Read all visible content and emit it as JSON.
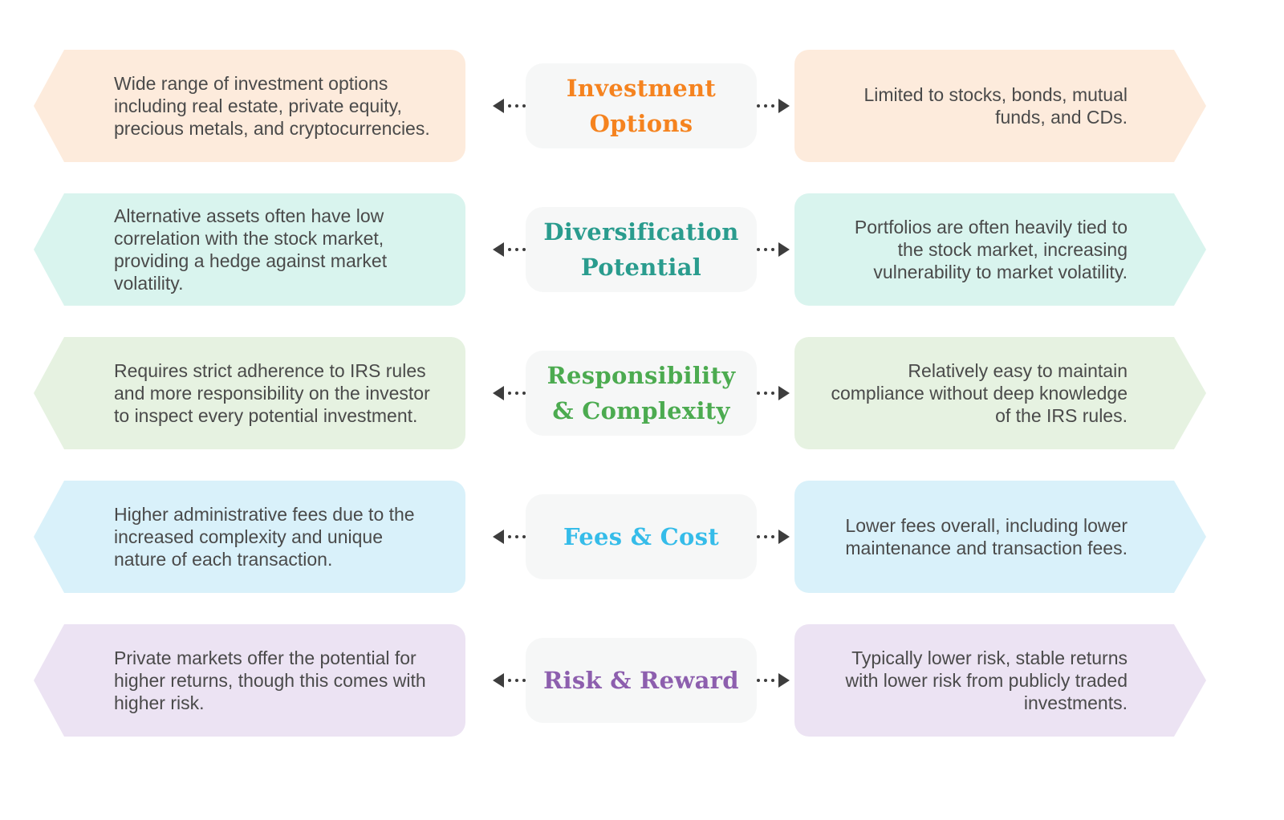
{
  "theme": {
    "page_bg": "#ffffff",
    "body_text_color": "#4a4a4a",
    "center_card_bg": "#f6f7f7",
    "connector_color": "#3d3d3d"
  },
  "rows": [
    {
      "label": "Investment Options",
      "label_color": "#f5831f",
      "tint": "#fdebdc",
      "left_text": "Wide range of investment options including real estate, private equity, precious metals, and cryptocurrencies.",
      "right_text": "Limited to stocks, bonds, mutual funds, and CDs."
    },
    {
      "label": "Diversification Potential",
      "label_color": "#2a9c8e",
      "tint": "#d9f4ee",
      "left_text": "Alternative assets often have low correlation with the stock market, providing a hedge against market volatility.",
      "right_text": "Portfolios are often heavily tied to the stock market, increasing vulnerability to market volatility."
    },
    {
      "label": "Responsibility & Complexity",
      "label_color": "#4cab50",
      "tint": "#e6f2e1",
      "left_text": "Requires strict adherence to IRS rules and more responsibility on the investor to inspect every potential investment.",
      "right_text": "Relatively easy to maintain compliance without deep knowledge of the IRS rules."
    },
    {
      "label": "Fees & Cost",
      "label_color": "#35bce9",
      "tint": "#d9f1fa",
      "left_text": "Higher administrative fees due to the increased complexity and unique nature of each transaction.",
      "right_text": "Lower fees overall, including lower maintenance and transaction fees."
    },
    {
      "label": "Risk & Reward",
      "label_color": "#8d5fae",
      "tint": "#ece3f3",
      "left_text": "Private markets offer the potential for higher returns, though this comes with higher risk.",
      "right_text": "Typically lower risk, stable returns with lower risk from publicly traded investments."
    }
  ]
}
